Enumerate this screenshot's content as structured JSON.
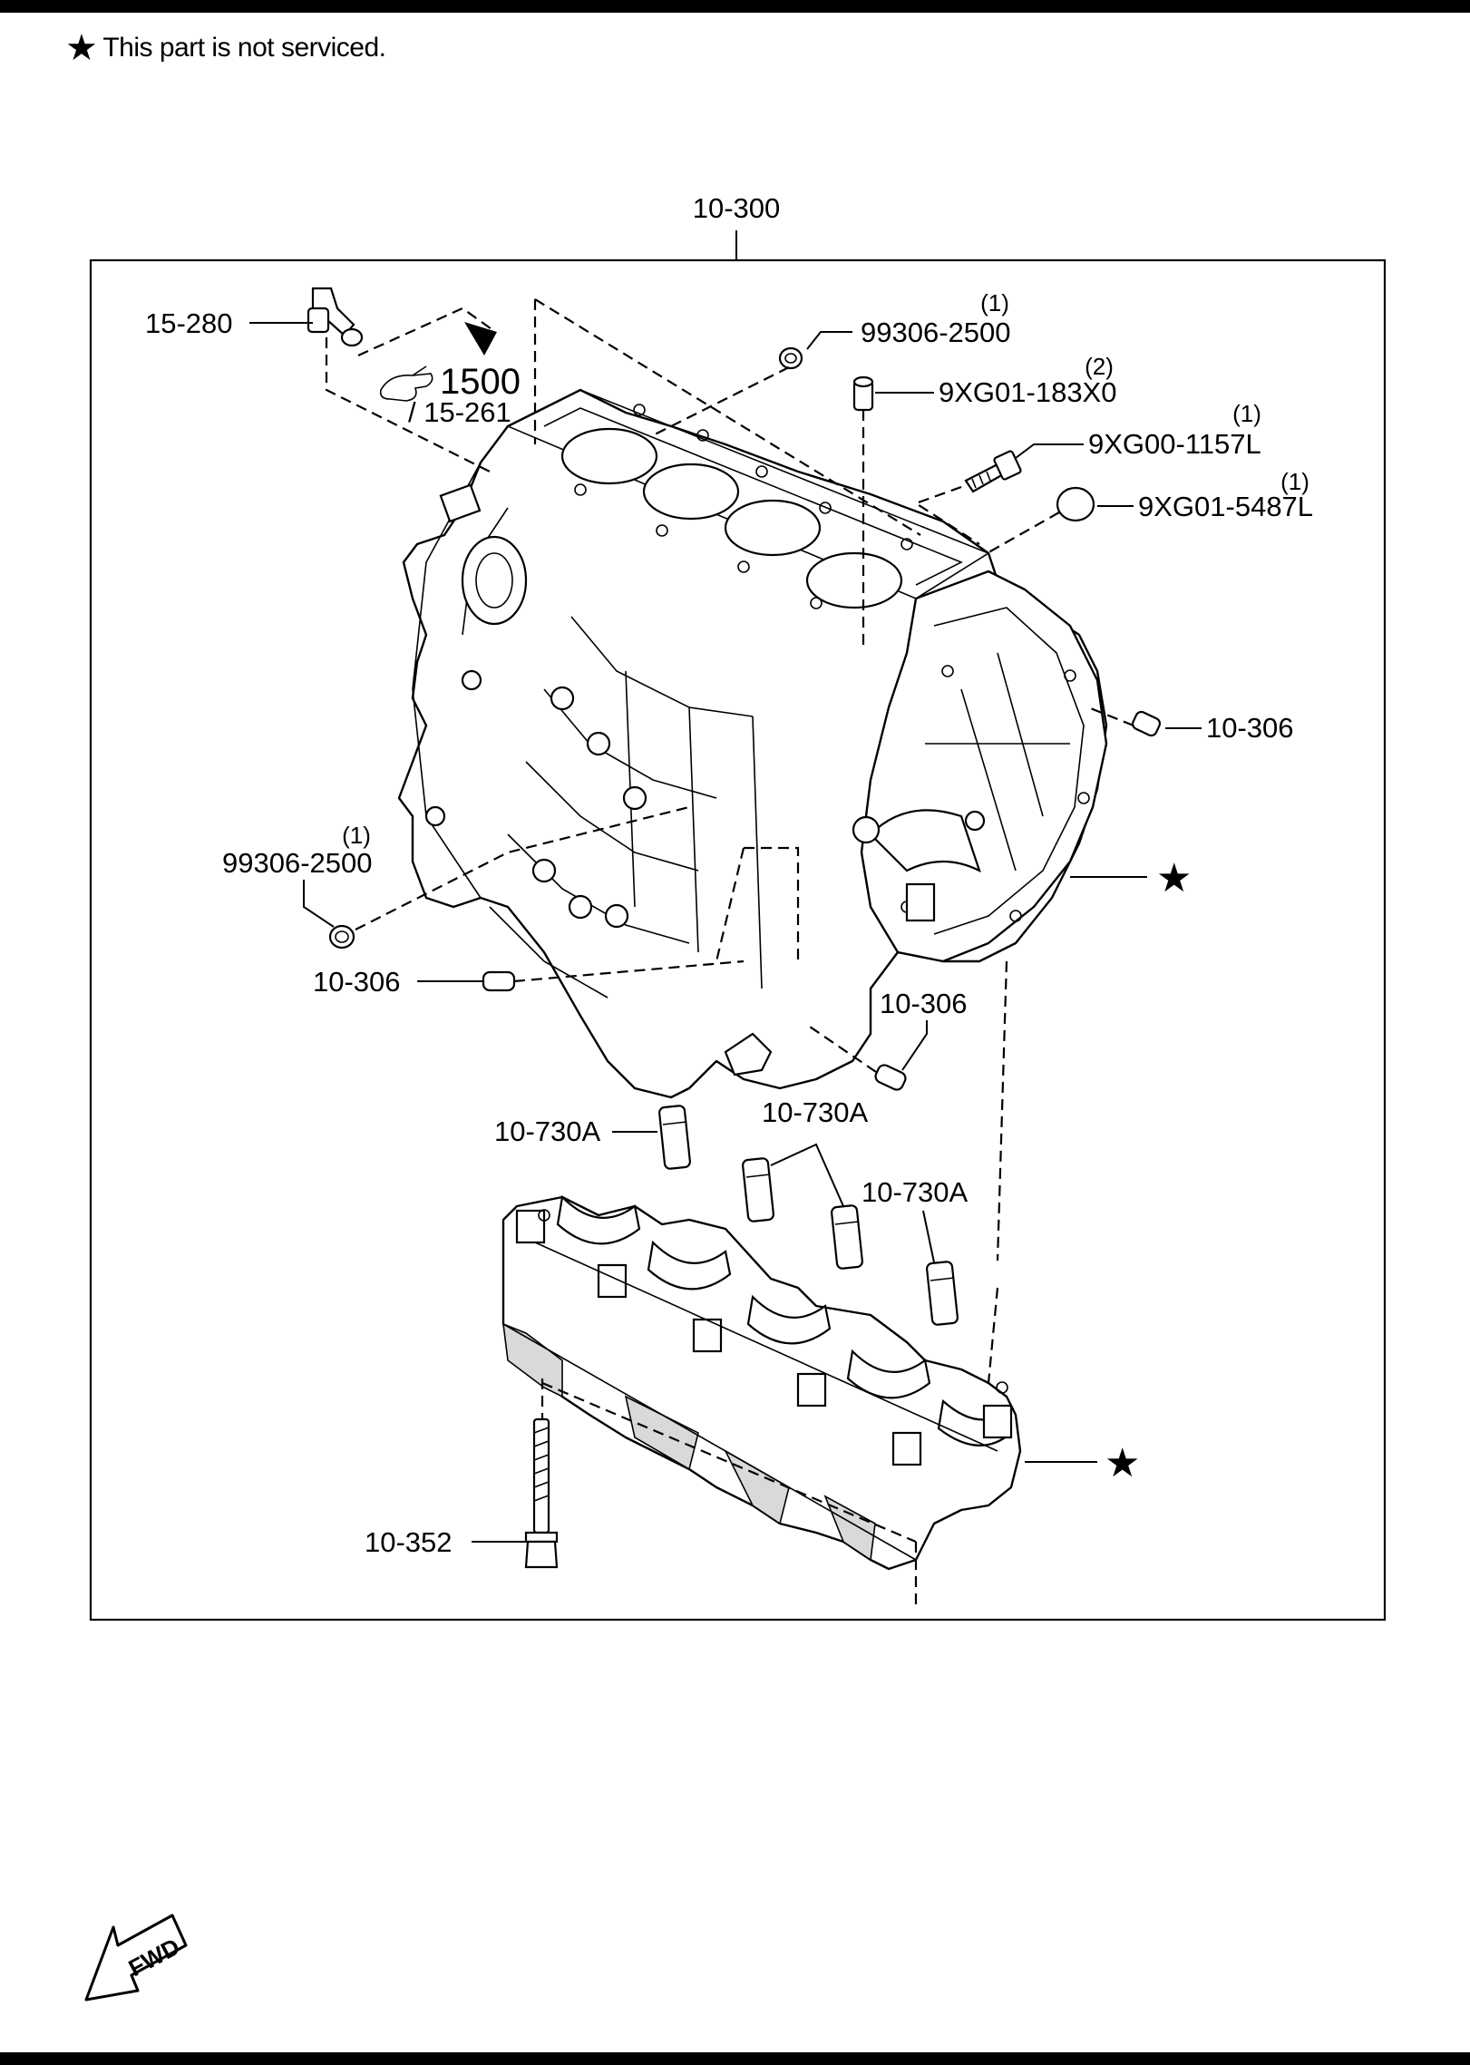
{
  "note": {
    "star": "★",
    "text": "This part is not serviced."
  },
  "callouts": {
    "assembly": "10-300",
    "breather": "15-280",
    "ref_group": "1500",
    "ref_part": "/ 15-261",
    "plug_top": {
      "qty": "(1)",
      "part": "99306-2500"
    },
    "dowel_top": {
      "qty": "(2)",
      "part": "9XG01-183X0"
    },
    "sensor": {
      "qty": "(1)",
      "part": "9XG00-1157L"
    },
    "cap": {
      "qty": "(1)",
      "part": "9XG01-5487L"
    },
    "dowel_right": "10-306",
    "plug_left": {
      "qty": "(1)",
      "part": "99306-2500"
    },
    "dowel_left": "10-306",
    "dowel_bottom": "10-306",
    "bearing_a1": "10-730A",
    "bearing_a2": "10-730A",
    "bearing_a3": "10-730A",
    "bolt": "10-352",
    "star_block": "★",
    "star_cap": "★"
  },
  "fwd_label": "FWD"
}
